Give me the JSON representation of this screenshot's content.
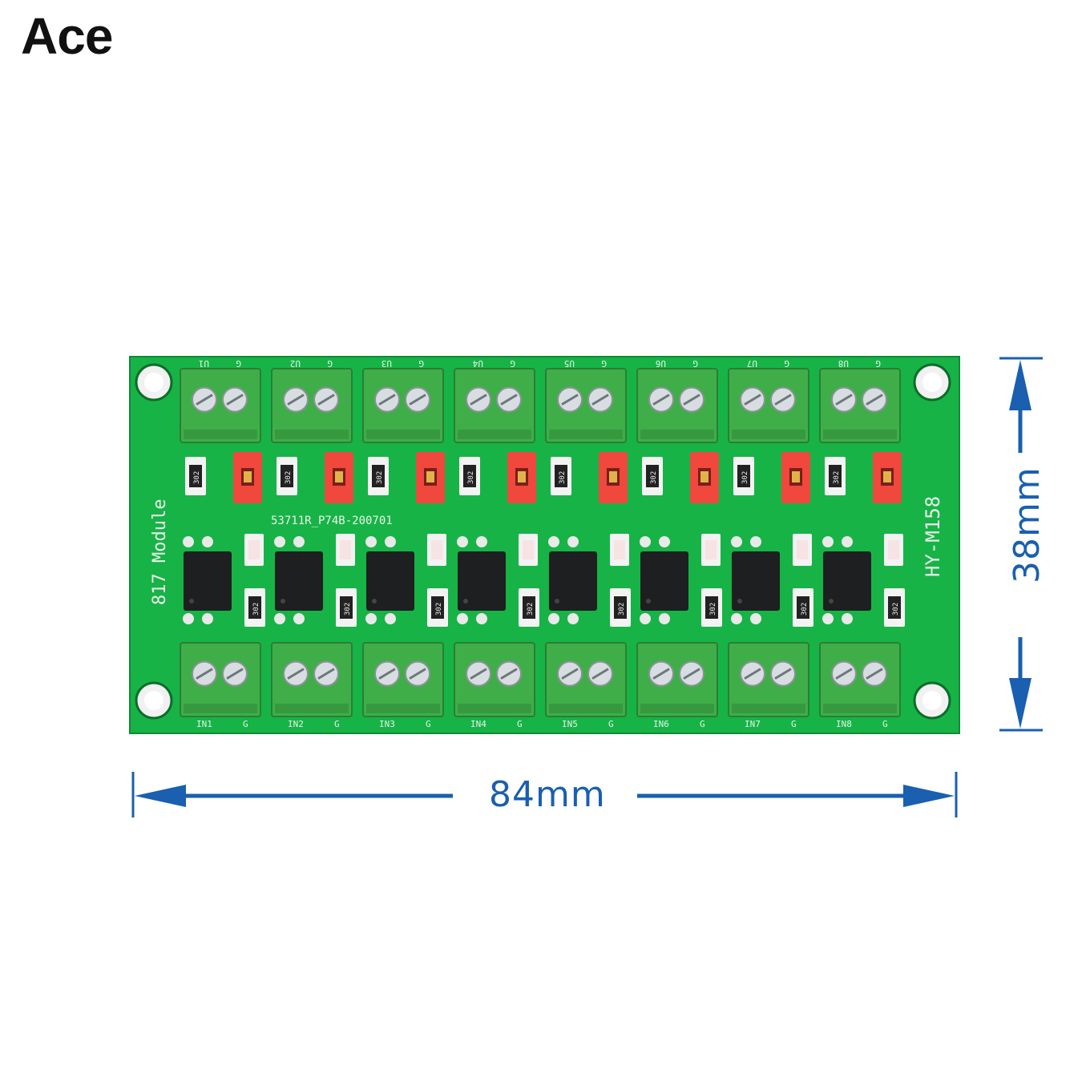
{
  "brand": {
    "label": "Ace"
  },
  "dimensions": {
    "width": "84mm",
    "height": "38mm"
  },
  "board": {
    "model": "HY-M158",
    "side_label": "817 Module",
    "part_code": "53711R_P74B-200701",
    "output_labels": [
      "U1",
      "U2",
      "U3",
      "U4",
      "U5",
      "U6",
      "U7",
      "U8"
    ],
    "input_labels": [
      "IN1",
      "IN2",
      "IN3",
      "IN4",
      "IN5",
      "IN6",
      "IN7",
      "IN8"
    ],
    "ground_label": "G",
    "resistor_code": "302",
    "channel_count": 8
  },
  "colors": {
    "pcb": "#17b347",
    "terminal": "#3fae48",
    "jumper": "#f0483d",
    "dimension": "#1a5fb0"
  }
}
